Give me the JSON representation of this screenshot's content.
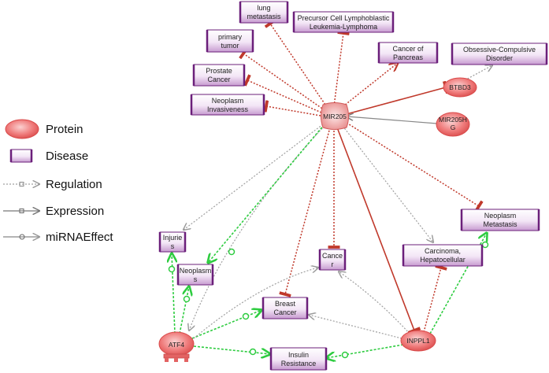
{
  "legend": {
    "protein": "Protein",
    "disease": "Disease",
    "regulation": "Regulation",
    "expression": "Expression",
    "mirna_effect": "miRNAEffect"
  },
  "nodes": {
    "mir205": "MIR205",
    "btbd3": "BTBD3",
    "mir205hg_1": "MIR205H",
    "mir205hg_2": "G",
    "atf4": "ATF4",
    "inppl1": "INPPL1",
    "lung_metastasis_1": "lung",
    "lung_metastasis_2": "metastasis",
    "precursor_1": "Precursor Cell Lymphoblastic",
    "precursor_2": "Leukemia-Lymphoma",
    "primary_tumor_1": "primary",
    "primary_tumor_2": "tumor",
    "cancer_pancreas_1": "Cancer of",
    "cancer_pancreas_2": "Pancreas",
    "ocd_1": "Obsessive-Compulsive",
    "ocd_2": "Disorder",
    "prostate_1": "Prostate",
    "prostate_2": "Cancer",
    "neoplasm_inv_1": "Neoplasm",
    "neoplasm_inv_2": "Invasiveness",
    "neoplasm_met_1": "Neoplasm",
    "neoplasm_met_2": "Metastasis",
    "carcinoma_1": "Carcinoma,",
    "carcinoma_2": "Hepatocellular",
    "injuries_1": "Injurie",
    "injuries_2": "s",
    "neoplasms_1": "Neoplasm",
    "neoplasms_2": "s",
    "cancer_1": "Cance",
    "cancer_2": "r",
    "breast_1": "Breast",
    "breast_2": "Cancer",
    "insulin_1": "Insulin",
    "insulin_2": "Resistance"
  },
  "colors": {
    "regulation": "#b0b0b0",
    "inhibit": "#c0392b",
    "mirna": "#2ecc40",
    "protein_fill": "#e8595a",
    "disease_border": "#6b1f7a"
  }
}
